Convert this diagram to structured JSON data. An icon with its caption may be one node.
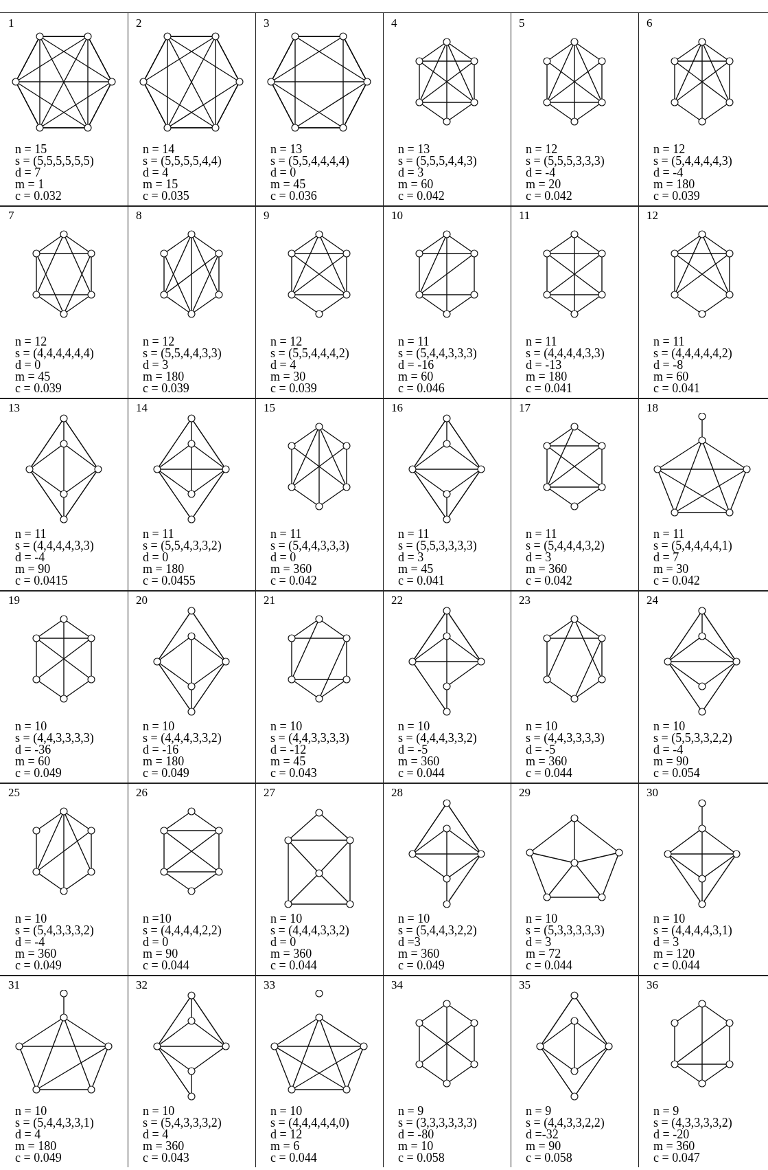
{
  "diagram": {
    "labels": [
      "1",
      "n = 15",
      "s = (5,5,5,5,5,5)",
      "d = 7",
      "m = 1",
      "c = 0.032",
      "2",
      "n = 14",
      "s = (5,5,5,5,4,4)",
      "d = 4",
      "m = 15",
      "c = 0.035",
      "3",
      "n = 13",
      "s = (5,5,4,4,4,4)",
      "d = 0",
      "m = 45",
      "c = 0.036",
      "4",
      "n = 13",
      "s = (5,5,5,4,4,3)",
      "d = 3",
      "m = 60",
      "c = 0.042",
      "5",
      "n = 12",
      "s = (5,5,5,3,3,3)",
      "d = -4",
      "m = 20",
      "c = 0.042",
      "6",
      "n = 12",
      "s = (5,4,4,4,4,3)",
      "d = -4",
      "m = 180",
      "c = 0.039",
      "7",
      "n = 12",
      "s = (4,4,4,4,4,4)",
      "d = 0",
      "m = 45",
      "c = 0.039",
      "8",
      "n = 12",
      "s = (5,5,4,4,3,3)",
      "d = 3",
      "m = 180",
      "c = 0.039",
      "9",
      "n = 12",
      "s = (5,5,4,4,4,2)",
      "d = 4",
      "m = 30",
      "c = 0.039",
      "10",
      "n = 11",
      "s = (5,4,4,3,3,3)",
      "d = -16",
      "m = 60",
      "c = 0.046",
      "11",
      "n = 11",
      "s = (4,4,4,4,3,3)",
      "d = -13",
      "m = 180",
      "c = 0.041",
      "12",
      "n = 11",
      "s = (4,4,4,4,4,2)",
      "d = -8",
      "m = 60",
      "c = 0.041",
      "13",
      "n = 11",
      "s = (4,4,4,4,3,3)",
      "d = -4",
      "m = 90",
      "c = 0.0415",
      "14",
      "n = 11",
      "s = (5,5,4,3,3,2)",
      "d = 0",
      "m = 180",
      "c = 0.0455",
      "15",
      "n = 11",
      "s = (5,4,4,3,3,3)",
      "d = 0",
      "m = 360",
      "c = 0.042",
      "16",
      "n = 11",
      "s = (5,5,3,3,3,3)",
      "d = 3",
      "m = 45",
      "c = 0.041",
      "17",
      "n = 11",
      "s = (5,4,4,4,3,2)",
      "d = 3",
      "m = 360",
      "c = 0.042",
      "18",
      "n = 11",
      "s = (5,4,4,4,4,1)",
      "d = 7",
      "m = 30",
      "c = 0.042",
      "19",
      "n = 10",
      "s = (4,4,3,3,3,3)",
      "d = -36",
      "m = 60",
      "c = 0.049",
      "20",
      "n = 10",
      "s = (4,4,4,3,3,2)",
      "d = -16",
      "m = 180",
      "c = 0.049",
      "21",
      "n = 10",
      "s = (4,4,3,3,3,3)",
      "d = -12",
      "m = 45",
      "c = 0.043",
      "22",
      "n = 10",
      "s = (4,4,4,3,3,2)",
      "d = -5",
      "m = 360",
      "c = 0.044",
      "23",
      "n = 10",
      "s = (4,4,3,3,3,3)",
      "d = -5",
      "m = 360",
      "c = 0.044",
      "24",
      "n = 10",
      "s = (5,5,3,3,2,2)",
      "d = -4",
      "m = 90",
      "c = 0.054",
      "25",
      "n = 10",
      "s = (5,4,3,3,3,2)",
      "d = -4",
      "m = 360",
      "c = 0.049",
      "26",
      "n =10",
      "s = (4,4,4,4,2,2)",
      "d = 0",
      "m = 90",
      "c = 0.044",
      "27",
      "n = 10",
      "s = (4,4,4,3,3,2)",
      "d = 0",
      "m = 360",
      "c = 0.044",
      "28",
      "n = 10",
      "s = (5,4,4,3,2,2)",
      "d =3",
      "m = 360",
      "c = 0.049",
      "29",
      "n = 10",
      "s = (5,3,3,3,3,3)",
      "d = 3",
      "m = 72",
      "c = 0.044",
      "30",
      "n = 10",
      "s = (4,4,4,4,3,1)",
      "d = 3",
      "m = 120",
      "c = 0.044",
      "31",
      "n = 10",
      "s = (5,4,4,3,3,1)",
      "d = 4",
      "m = 180",
      "c = 0.049",
      "32",
      "n = 10",
      "s = (5,4,3,3,3,2)",
      "d = 4",
      "m = 360",
      "c = 0.043",
      "33",
      "n = 10",
      "s = (4,4,4,4,4,0)",
      "d = 12",
      "m = 6",
      "c = 0.044",
      "34",
      "n = 9",
      "s = (3,3,3,3,3,3)",
      "d = -80",
      "m = 10",
      "c = 0.058",
      "35",
      "n = 9",
      "s = (4,4,3,3,2,2)",
      "d =-32",
      "m = 90",
      "c = 0.058",
      "36",
      "n = 9",
      "s = (4,3,3,3,3,2)",
      "d = -20",
      "m = 360",
      "c = 0.047"
    ]
  }
}
